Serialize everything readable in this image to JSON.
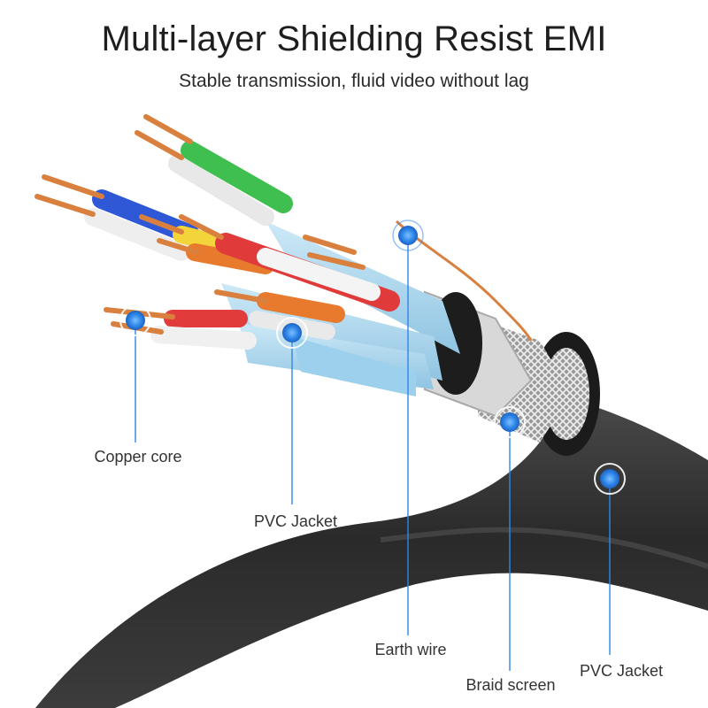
{
  "header": {
    "title": "Multi-layer Shielding Resist EMI",
    "subtitle": "Stable transmission, fluid video without lag"
  },
  "callouts": [
    {
      "id": "copper-core",
      "label": "Copper core"
    },
    {
      "id": "pvc-jacket-inner",
      "label": "PVC Jacket"
    },
    {
      "id": "earth-wire",
      "label": "Earth wire"
    },
    {
      "id": "braid-screen",
      "label": "Braid screen"
    },
    {
      "id": "pvc-jacket-outer",
      "label": "PVC Jacket"
    }
  ],
  "colors": {
    "accent": "#2f86e8",
    "jacket": "#2b2b2b",
    "copper": "#d9803e",
    "foil": "#a9d7ef",
    "text": "#333333"
  }
}
